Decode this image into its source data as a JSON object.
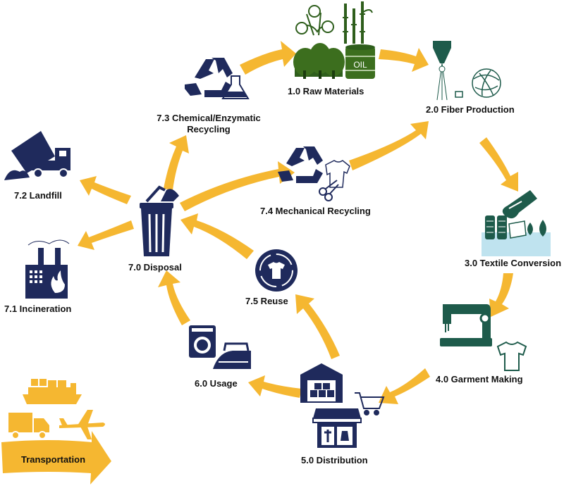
{
  "stages": {
    "raw_materials": "1.0 Raw Materials",
    "fiber_production": "2.0 Fiber Production",
    "textile_conversion": "3.0 Textile Conversion",
    "garment_making": "4.0 Garment Making",
    "distribution": "5.0 Distribution",
    "usage": "6.0 Usage",
    "disposal": "7.0 Disposal",
    "incineration": "7.1 Incineration",
    "landfill": "7.2 Landfill",
    "chemical_recycling_line1": "7.3 Chemical/Enzymatic",
    "chemical_recycling_line2": "Recycling",
    "mechanical_recycling": "7.4 Mechanical Recycling",
    "reuse": "7.5 Reuse",
    "transportation": "Transportation"
  },
  "icon_text": {
    "oil": "OIL"
  },
  "colors": {
    "arrow": "#F5B731",
    "navy": "#1F2A5C",
    "green": "#2E5E1C",
    "teal": "#1E5B4B",
    "water": "#BFE3EF"
  },
  "icons": [
    "cotton-icon",
    "bamboo-icon",
    "trees-icon",
    "oil-barrel-icon",
    "spinneret-icon",
    "fiber-ball-icon",
    "flask-icon",
    "yarn-spools-icon",
    "dye-drops-icon",
    "sewing-machine-icon",
    "tshirt-icon",
    "warehouse-icon",
    "shopping-cart-icon",
    "store-icon",
    "washing-machine-icon",
    "iron-icon",
    "trash-bin-icon",
    "factory-icon",
    "dump-truck-icon",
    "recycle-icon",
    "scissors-icon",
    "reuse-circle-icon",
    "ship-icon",
    "truck-icon",
    "airplane-icon"
  ]
}
